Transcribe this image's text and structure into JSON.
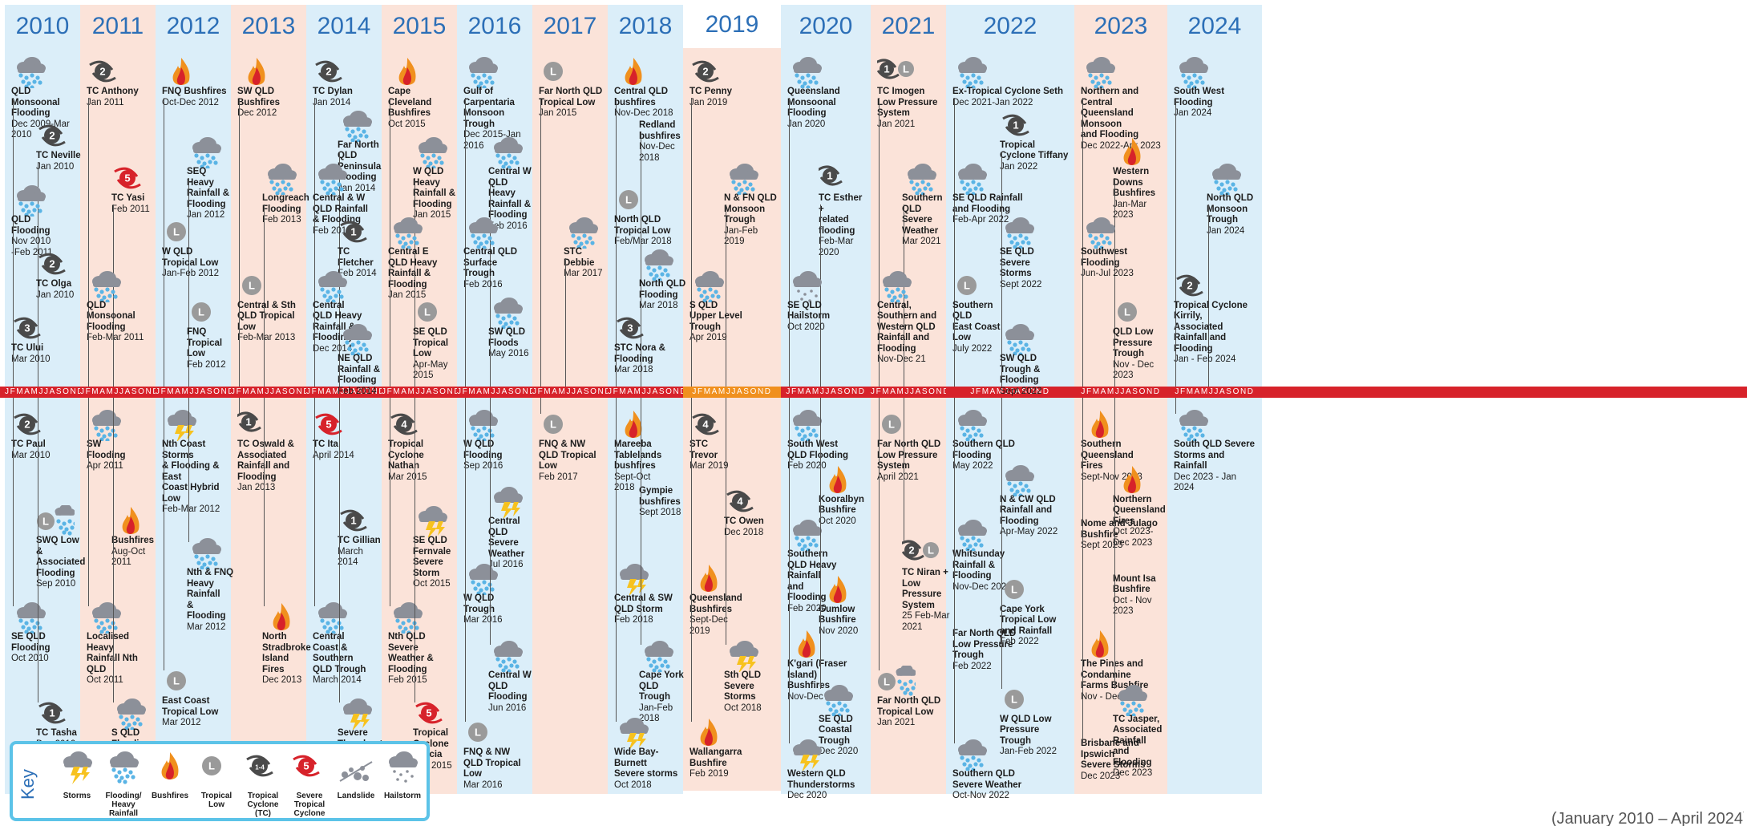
{
  "colors": {
    "blue_column": "#dbeef9",
    "pink_column": "#fbe3d9",
    "year_text": "#2c6fb7",
    "timeline_bar": "#d7222a",
    "timeline_bar_2019": "#f0901e",
    "key_border": "#5cc3e8",
    "cyclone_severe": "#d7222a",
    "cloud": "#8c9099",
    "rain": "#5ab4e5",
    "fire_outer": "#f0901e",
    "fire_inner": "#d7222a",
    "low_circle": "#9a9a9a",
    "lightning": "#f7c21e"
  },
  "timeline": {
    "months_label": "JFMAMJJASOND",
    "years": [
      "2010",
      "2011",
      "2012",
      "2013",
      "2014",
      "2015",
      "2016",
      "2017",
      "2018",
      "2019",
      "2020",
      "2021",
      "2022",
      "2023",
      "2024"
    ]
  },
  "key": {
    "title": "Key",
    "items": [
      {
        "icon": "storm-icon",
        "label": "Storms"
      },
      {
        "icon": "flooding-icon",
        "label": "Flooding/\nHeavy Rainfall"
      },
      {
        "icon": "bushfire-icon",
        "label": "Bushfires"
      },
      {
        "icon": "tropical-low-icon",
        "label": "Tropical\nLow",
        "glyph": "L"
      },
      {
        "icon": "tropical-cyclone-icon",
        "label": "Tropical\nCyclone\n(TC)",
        "glyph": "1-4"
      },
      {
        "icon": "severe-tropical-cyclone-icon",
        "label": "Severe\nTropical\nCyclone",
        "glyph": "5"
      },
      {
        "icon": "landslide-icon",
        "label": "Landslide"
      },
      {
        "icon": "hailstorm-icon",
        "label": "Hailstorm"
      }
    ]
  },
  "footer_note": "(January 2010 – April 2024)",
  "events": [
    {
      "col": 0,
      "side": "top",
      "icon": "flooding",
      "name": "QLD Monsoonal\nFlooding",
      "date": "Dec 2009-Mar 2010"
    },
    {
      "col": 0,
      "side": "top",
      "icon": "cyclone",
      "glyph": "2",
      "name": "TC Neville",
      "date": "Jan 2010"
    },
    {
      "col": 0,
      "side": "top",
      "icon": "flooding",
      "name": "QLD\nFlooding",
      "date": "Nov 2010\n-Feb 2011"
    },
    {
      "col": 0,
      "side": "top",
      "icon": "cyclone",
      "glyph": "2",
      "name": "TC Olga",
      "date": "Jan 2010"
    },
    {
      "col": 0,
      "side": "top",
      "icon": "cyclone",
      "glyph": "3",
      "name": "TC Ului",
      "date": "Mar 2010"
    },
    {
      "col": 0,
      "side": "bottom",
      "icon": "cyclone",
      "glyph": "2",
      "name": "TC Paul",
      "date": "Mar 2010"
    },
    {
      "col": 0,
      "side": "bottom",
      "icon": "low-flood",
      "glyph": "L",
      "name": "SWQ Low &\nAssociated\nFlooding",
      "date": "Sep 2010"
    },
    {
      "col": 0,
      "side": "bottom",
      "icon": "flooding",
      "name": "SE QLD\nFlooding",
      "date": "Oct 2010"
    },
    {
      "col": 0,
      "side": "bottom",
      "icon": "cyclone",
      "glyph": "1",
      "name": "TC Tasha",
      "date": "Dec 2010"
    },
    {
      "col": 1,
      "side": "top",
      "icon": "cyclone",
      "glyph": "2",
      "name": "TC Anthony",
      "date": "Jan 2011"
    },
    {
      "col": 1,
      "side": "top",
      "icon": "severe",
      "glyph": "5",
      "name": "TC Yasi",
      "date": "Feb 2011"
    },
    {
      "col": 1,
      "side": "top",
      "icon": "flooding",
      "name": "QLD\nMonsoonal\nFlooding",
      "date": "Feb-Mar 2011"
    },
    {
      "col": 1,
      "side": "bottom",
      "icon": "flooding",
      "name": "SW\nFlooding",
      "date": "Apr 2011"
    },
    {
      "col": 1,
      "side": "bottom",
      "icon": "bushfire",
      "name": "Bushfires",
      "date": "Aug-Oct 2011"
    },
    {
      "col": 1,
      "side": "bottom",
      "icon": "flooding",
      "name": "Localised Heavy\nRainfall Nth QLD",
      "date": "Oct 2011"
    },
    {
      "col": 1,
      "side": "bottom",
      "icon": "flooding",
      "name": "S QLD\nFlooding",
      "date": "Nov-Dec 2011"
    },
    {
      "col": 2,
      "side": "top",
      "icon": "bushfire",
      "name": "FNQ Bushfires",
      "date": "Oct-Dec 2012"
    },
    {
      "col": 2,
      "side": "top",
      "icon": "flooding",
      "name": "SEQ Heavy\nRainfall &\nFlooding",
      "date": "Jan 2012"
    },
    {
      "col": 2,
      "side": "top",
      "icon": "low",
      "glyph": "L",
      "name": "W QLD\nTropical Low",
      "date": "Jan-Feb 2012"
    },
    {
      "col": 2,
      "side": "top",
      "icon": "low",
      "glyph": "L",
      "name": "FNQ Tropical\nLow",
      "date": "Feb 2012"
    },
    {
      "col": 2,
      "side": "bottom",
      "icon": "storm",
      "name": "Nth Coast Storms\n& Flooding & East\nCoast Hybrid Low",
      "date": "Feb-Mar 2012"
    },
    {
      "col": 2,
      "side": "bottom",
      "icon": "flooding",
      "name": "Nth & FNQ\nHeavy Rainfall\n& Flooding",
      "date": "Mar 2012"
    },
    {
      "col": 2,
      "side": "bottom",
      "icon": "low",
      "glyph": "L",
      "name": "East Coast\nTropical Low",
      "date": "Mar 2012"
    },
    {
      "col": 3,
      "side": "top",
      "icon": "bushfire",
      "name": "SW QLD\nBushfires",
      "date": "Dec 2012"
    },
    {
      "col": 3,
      "side": "top",
      "icon": "flooding",
      "name": "Longreach\nFlooding",
      "date": "Feb 2013"
    },
    {
      "col": 3,
      "side": "top",
      "icon": "low",
      "glyph": "L",
      "name": "Central & Sth\nQLD Tropical\nLow",
      "date": "Feb-Mar 2013"
    },
    {
      "col": 3,
      "side": "bottom",
      "icon": "cyclone-storm",
      "glyph": "1",
      "name": "TC Oswald &\nAssociated\nRainfall and\nFlooding",
      "date": "Jan 2013"
    },
    {
      "col": 3,
      "side": "bottom",
      "icon": "bushfire",
      "name": "North Stradbroke\nIsland Fires",
      "date": "Dec 2013"
    },
    {
      "col": 4,
      "side": "top",
      "icon": "cyclone",
      "glyph": "2",
      "name": "TC Dylan",
      "date": "Jan 2014"
    },
    {
      "col": 4,
      "side": "top",
      "icon": "flooding",
      "name": "Far North QLD\nPeninsula\nFlooding",
      "date": "Jan 2014"
    },
    {
      "col": 4,
      "side": "top",
      "icon": "flooding",
      "name": "Central & W\nQLD Rainfall\n& Flooding",
      "date": "Feb 2014"
    },
    {
      "col": 4,
      "side": "top",
      "icon": "cyclone",
      "glyph": "1",
      "name": "TC Fletcher",
      "date": "Feb 2014"
    },
    {
      "col": 4,
      "side": "top",
      "icon": "flooding",
      "name": "Central\nQLD Heavy\nRainfall &\nFlooding",
      "date": "Dec 2014"
    },
    {
      "col": 4,
      "side": "top",
      "icon": "flooding",
      "name": "NE QLD\nRainfall &\nFlooding",
      "date": "Feb 2014"
    },
    {
      "col": 4,
      "side": "bottom",
      "icon": "severe",
      "glyph": "5",
      "name": "TC Ita",
      "date": "April 2014"
    },
    {
      "col": 4,
      "side": "bottom",
      "icon": "cyclone",
      "glyph": "1",
      "name": "TC Gillian",
      "date": "March 2014"
    },
    {
      "col": 4,
      "side": "bottom",
      "icon": "flooding",
      "name": "Central\nCoast &\nSouthern\nQLD Trough",
      "date": "March 2014"
    },
    {
      "col": 4,
      "side": "bottom",
      "icon": "storm",
      "name": "Severe\nThunderstorms\nBrisbane",
      "date": "Nov 2014"
    },
    {
      "col": 5,
      "side": "top",
      "icon": "bushfire",
      "name": "Cape\nCleveland\nBushfires",
      "date": "Oct 2015"
    },
    {
      "col": 5,
      "side": "top",
      "icon": "flooding",
      "name": "W QLD\nHeavy\nRainfall &\nFlooding",
      "date": "Jan 2015"
    },
    {
      "col": 5,
      "side": "top",
      "icon": "flooding",
      "name": "Central E\nQLD Heavy\nRainfall &\nFlooding",
      "date": "Jan 2015"
    },
    {
      "col": 5,
      "side": "top",
      "icon": "low",
      "glyph": "L",
      "name": "SE QLD\nTropical\nLow",
      "date": "Apr-May\n2015"
    },
    {
      "col": 5,
      "side": "bottom",
      "icon": "cyclone",
      "glyph": "4",
      "name": "Tropical\nCyclone\nNathan",
      "date": "Mar 2015"
    },
    {
      "col": 5,
      "side": "bottom",
      "icon": "storm",
      "name": "SE QLD\nFernvale\nSevere\nStorm",
      "date": "Oct 2015"
    },
    {
      "col": 5,
      "side": "bottom",
      "icon": "flooding",
      "name": "Nth QLD Severe\nWeather &\nFlooding",
      "date": "Feb 2015"
    },
    {
      "col": 5,
      "side": "bottom",
      "icon": "severe",
      "glyph": "5",
      "name": "Tropical\nCyclone\nMarcia",
      "date": "Feb 2015"
    },
    {
      "col": 6,
      "side": "top",
      "icon": "flooding",
      "name": "Gulf of Carpentaria\nMonsoon Trough",
      "date": "Dec 2015-Jan 2016"
    },
    {
      "col": 6,
      "side": "top",
      "icon": "flooding",
      "name": "Central W\nQLD Heavy\nRainfall &\nFlooding",
      "date": "Feb 2016"
    },
    {
      "col": 6,
      "side": "top",
      "icon": "flooding",
      "name": "Central QLD\nSurface\nTrough",
      "date": "Feb 2016"
    },
    {
      "col": 6,
      "side": "top",
      "icon": "flooding",
      "name": "SW QLD\nFloods",
      "date": "May 2016"
    },
    {
      "col": 6,
      "side": "bottom",
      "icon": "flooding",
      "name": "W QLD\nFlooding",
      "date": "Sep 2016"
    },
    {
      "col": 6,
      "side": "bottom",
      "icon": "storm",
      "name": "Central QLD\nSevere Weather",
      "date": "Jul 2016"
    },
    {
      "col": 6,
      "side": "bottom",
      "icon": "flooding",
      "name": "W QLD\nTrough",
      "date": "Mar 2016"
    },
    {
      "col": 6,
      "side": "bottom",
      "icon": "flooding",
      "name": "Central W QLD\nFlooding",
      "date": "Jun 2016"
    },
    {
      "col": 6,
      "side": "bottom",
      "icon": "low",
      "glyph": "L",
      "name": "FNQ & NW\nQLD Tropical\nLow",
      "date": "Mar 2016"
    },
    {
      "col": 7,
      "side": "top",
      "icon": "low",
      "glyph": "L",
      "name": "Far North QLD\nTropical Low",
      "date": "Jan 2015"
    },
    {
      "col": 7,
      "side": "top",
      "icon": "flooding",
      "name": "STC Debbie",
      "date": "Mar 2017"
    },
    {
      "col": 7,
      "side": "bottom",
      "icon": "low",
      "glyph": "L",
      "name": "FNQ & NW\nQLD Tropical\nLow",
      "date": "Feb 2017"
    },
    {
      "col": 8,
      "side": "top",
      "icon": "bushfire",
      "name": "Central QLD\nbushfires",
      "date": "Nov-Dec 2018"
    },
    {
      "col": 8,
      "side": "top",
      "icon": "none",
      "name": "Redland\nbushfires",
      "date": "Nov-Dec 2018"
    },
    {
      "col": 8,
      "side": "top",
      "icon": "low",
      "glyph": "L",
      "name": "North QLD\nTropical Low",
      "date": "Feb/Mar 2018"
    },
    {
      "col": 8,
      "side": "top",
      "icon": "flooding",
      "name": "North QLD\nFlooding",
      "date": "Mar 2018"
    },
    {
      "col": 8,
      "side": "top",
      "icon": "cyclone",
      "glyph": "3",
      "name": "STC Nora &\nFlooding",
      "date": "Mar 2018"
    },
    {
      "col": 8,
      "side": "bottom",
      "icon": "bushfire",
      "name": "Mareeba\nTablelands\nbushfires",
      "date": "Sept-Oct\n2018"
    },
    {
      "col": 8,
      "side": "bottom",
      "icon": "none",
      "name": "Gympie\nbushfires",
      "date": "Sept 2018"
    },
    {
      "col": 8,
      "side": "bottom",
      "icon": "storm",
      "name": "Central & SW\nQLD Storm",
      "date": "Feb 2018"
    },
    {
      "col": 8,
      "side": "bottom",
      "icon": "flooding",
      "name": "Cape York\nQLD Trough",
      "date": "Jan-Feb 2018"
    },
    {
      "col": 8,
      "side": "bottom",
      "icon": "storm",
      "name": "Wide Bay-Burnett\nSevere storms",
      "date": "Oct 2018"
    },
    {
      "col": 9,
      "side": "top",
      "icon": "cyclone",
      "glyph": "2",
      "name": "TC Penny",
      "date": "Jan 2019"
    },
    {
      "col": 9,
      "side": "top",
      "icon": "flooding",
      "name": "N & FN QLD\nMonsoon Trough",
      "date": "Jan-Feb 2019"
    },
    {
      "col": 9,
      "side": "top",
      "icon": "flooding",
      "name": "S QLD\nUpper Level\nTrough",
      "date": "Apr 2019"
    },
    {
      "col": 9,
      "side": "bottom",
      "icon": "cyclone",
      "glyph": "4",
      "name": "STC\nTrevor",
      "date": "Mar 2019"
    },
    {
      "col": 9,
      "side": "bottom",
      "icon": "cyclone",
      "glyph": "4",
      "name": "TC Owen",
      "date": "Dec 2018"
    },
    {
      "col": 9,
      "side": "bottom",
      "icon": "bushfire",
      "name": "Queensland\nBushfires",
      "date": "Sept-Dec\n2019"
    },
    {
      "col": 9,
      "side": "bottom",
      "icon": "storm",
      "name": "Sth QLD\nSevere Storms",
      "date": "Oct 2018"
    },
    {
      "col": 9,
      "side": "bottom",
      "icon": "bushfire",
      "name": "Wallangarra\nBushfire",
      "date": "Feb 2019"
    },
    {
      "col": 10,
      "side": "top",
      "icon": "flooding",
      "name": "Queensland\nMonsoonal\nFlooding",
      "date": "Jan 2020"
    },
    {
      "col": 10,
      "side": "top",
      "icon": "cyclone-flood",
      "glyph": "1",
      "name": "TC Esther +\nrelated flooding",
      "date": "Feb-Mar 2020"
    },
    {
      "col": 10,
      "side": "top",
      "icon": "hail",
      "name": "SE QLD\nHailstorm",
      "date": "Oct 2020"
    },
    {
      "col": 10,
      "side": "bottom",
      "icon": "flooding",
      "name": "South West\nQLD Flooding",
      "date": "Feb 2020"
    },
    {
      "col": 10,
      "side": "bottom",
      "icon": "bushfire",
      "name": "Kooralbyn\nBushfire",
      "date": "Oct 2020"
    },
    {
      "col": 10,
      "side": "bottom",
      "icon": "flooding",
      "name": "Southern\nQLD Heavy\nRainfall\nand\nFlooding",
      "date": "Feb 2020"
    },
    {
      "col": 10,
      "side": "bottom",
      "icon": "bushfire",
      "name": "Gumlow\nBushfire",
      "date": "Nov 2020"
    },
    {
      "col": 10,
      "side": "bottom",
      "icon": "bushfire",
      "name": "K'gari (Fraser Island)\nBushfires",
      "date": "Nov-Dec 2020"
    },
    {
      "col": 10,
      "side": "bottom",
      "icon": "flooding",
      "name": "SE QLD\nCoastal Trough",
      "date": "Dec 2020"
    },
    {
      "col": 10,
      "side": "bottom",
      "icon": "storm",
      "name": "Western QLD\nThunderstorms",
      "date": "Dec 2020"
    },
    {
      "col": 11,
      "side": "top",
      "icon": "cyclone-low",
      "glyph": "1",
      "name": "TC Imogen\nLow Pressure\nSystem",
      "date": "Jan 2021"
    },
    {
      "col": 11,
      "side": "top",
      "icon": "flooding",
      "name": "Southern QLD\nSevere Weather",
      "date": "Mar 2021"
    },
    {
      "col": 11,
      "side": "top",
      "icon": "flooding",
      "name": "Central,\nSouthern and\nWestern QLD\nRainfall and\nFlooding",
      "date": "Nov-Dec 21"
    },
    {
      "col": 11,
      "side": "bottom",
      "icon": "low",
      "glyph": "L",
      "name": "Far North QLD\nLow Pressure\nSystem",
      "date": "April 2021"
    },
    {
      "col": 11,
      "side": "bottom",
      "icon": "cyclone-low",
      "glyph": "2",
      "name": "TC Niran +\nLow Pressure\nSystem",
      "date": "25 Feb-Mar 2021"
    },
    {
      "col": 11,
      "side": "bottom",
      "icon": "low-flood",
      "glyph": "L",
      "name": "Far North QLD\nTropical Low",
      "date": "Jan 2021"
    },
    {
      "col": 12,
      "side": "top",
      "icon": "flooding",
      "name": "Ex-Tropical Cyclone Seth",
      "date": "Dec 2021-Jan 2022"
    },
    {
      "col": 12,
      "side": "top",
      "icon": "cyclone",
      "glyph": "1",
      "name": "Tropical Cyclone Tiffany",
      "date": "Jan 2022"
    },
    {
      "col": 12,
      "side": "top",
      "icon": "flooding",
      "name": "SE QLD Rainfall\nand Flooding",
      "date": "Feb-Apr 2022"
    },
    {
      "col": 12,
      "side": "top",
      "icon": "flooding",
      "name": "SE QLD\nSevere\nStorms",
      "date": "Sept 2022"
    },
    {
      "col": 12,
      "side": "top",
      "icon": "low",
      "glyph": "L",
      "name": "Southern\nQLD\nEast Coast\nLow",
      "date": "July 2022"
    },
    {
      "col": 12,
      "side": "top",
      "icon": "flooding",
      "name": "SW QLD\nTrough &\nFlooding",
      "date": "Sept 2022"
    },
    {
      "col": 12,
      "side": "bottom",
      "icon": "flooding",
      "name": "Southern QLD\nFlooding",
      "date": "May 2022"
    },
    {
      "col": 12,
      "side": "bottom",
      "icon": "flooding",
      "name": "N & CW QLD\nRainfall and\nFlooding",
      "date": "Apr-May 2022"
    },
    {
      "col": 12,
      "side": "bottom",
      "icon": "flooding",
      "name": "Whitsunday\nRainfall &\nFlooding",
      "date": "Nov-Dec 2022"
    },
    {
      "col": 12,
      "side": "bottom",
      "icon": "low",
      "glyph": "L",
      "name": "Cape York Tropical Low\nand Rainfall",
      "date": "Feb 2022"
    },
    {
      "col": 12,
      "side": "bottom",
      "icon": "none",
      "name": "Far North QLD\nLow Pressure\nTrough",
      "date": "Feb 2022"
    },
    {
      "col": 12,
      "side": "bottom",
      "icon": "low",
      "glyph": "L",
      "name": "W QLD Low\nPressure Trough",
      "date": "Jan-Feb 2022"
    },
    {
      "col": 12,
      "side": "bottom",
      "icon": "flooding",
      "name": "Southern QLD\nSevere Weather",
      "date": "Oct-Nov 2022"
    },
    {
      "col": 13,
      "side": "top",
      "icon": "flooding",
      "name": "Northern and Central\nQueensland Monsoon\nand Flooding",
      "date": "Dec 2022-Apr 2023"
    },
    {
      "col": 13,
      "side": "top",
      "icon": "bushfire",
      "name": "Western Downs\nBushfires",
      "date": "Jan-Mar 2023"
    },
    {
      "col": 13,
      "side": "top",
      "icon": "flooding",
      "name": "Southwest\nFlooding",
      "date": "Jun-Jul 2023"
    },
    {
      "col": 13,
      "side": "top",
      "icon": "low",
      "glyph": "L",
      "name": "QLD Low\nPressure\nTrough",
      "date": "Nov - Dec\n2023"
    },
    {
      "col": 13,
      "side": "bottom",
      "icon": "bushfire",
      "name": "Southern\nQueensland\nFires",
      "date": "Sept-Nov 2023"
    },
    {
      "col": 13,
      "side": "bottom",
      "icon": "bushfire",
      "name": "Northern\nQueensland\nFires",
      "date": "Oct 2023-Dec 2023"
    },
    {
      "col": 13,
      "side": "bottom",
      "icon": "none",
      "name": "Nome and Julago\nBushfire",
      "date": "Sept 2023"
    },
    {
      "col": 13,
      "side": "bottom",
      "icon": "none",
      "name": "Mount Isa Bushfire",
      "date": "Oct - Nov 2023"
    },
    {
      "col": 13,
      "side": "bottom",
      "icon": "bushfire",
      "name": "The Pines and Condamine\nFarms Bushfire",
      "date": "Nov - Dec 2023"
    },
    {
      "col": 13,
      "side": "bottom",
      "icon": "flooding",
      "name": "TC Jasper, Associated\nRainfall and Flooding",
      "date": "Dec 2023"
    },
    {
      "col": 13,
      "side": "bottom",
      "icon": "none",
      "name": "Brisbane and Ipswich\nSevere Storms",
      "date": "Dec 2023"
    },
    {
      "col": 14,
      "side": "top",
      "icon": "flooding",
      "name": "South West Flooding",
      "date": "Jan 2024"
    },
    {
      "col": 14,
      "side": "top",
      "icon": "flooding",
      "name": "North QLD Monsoon Trough",
      "date": "Jan 2024"
    },
    {
      "col": 14,
      "side": "top",
      "icon": "cyclone",
      "glyph": "2",
      "name": "Tropical Cyclone Kirrily,\nAssociated Rainfall and\nFlooding",
      "date": "Jan - Feb 2024"
    },
    {
      "col": 14,
      "side": "bottom",
      "icon": "flooding",
      "name": "South QLD Severe\nStorms and Rainfall",
      "date": "Dec 2023 - Jan 2024"
    }
  ]
}
